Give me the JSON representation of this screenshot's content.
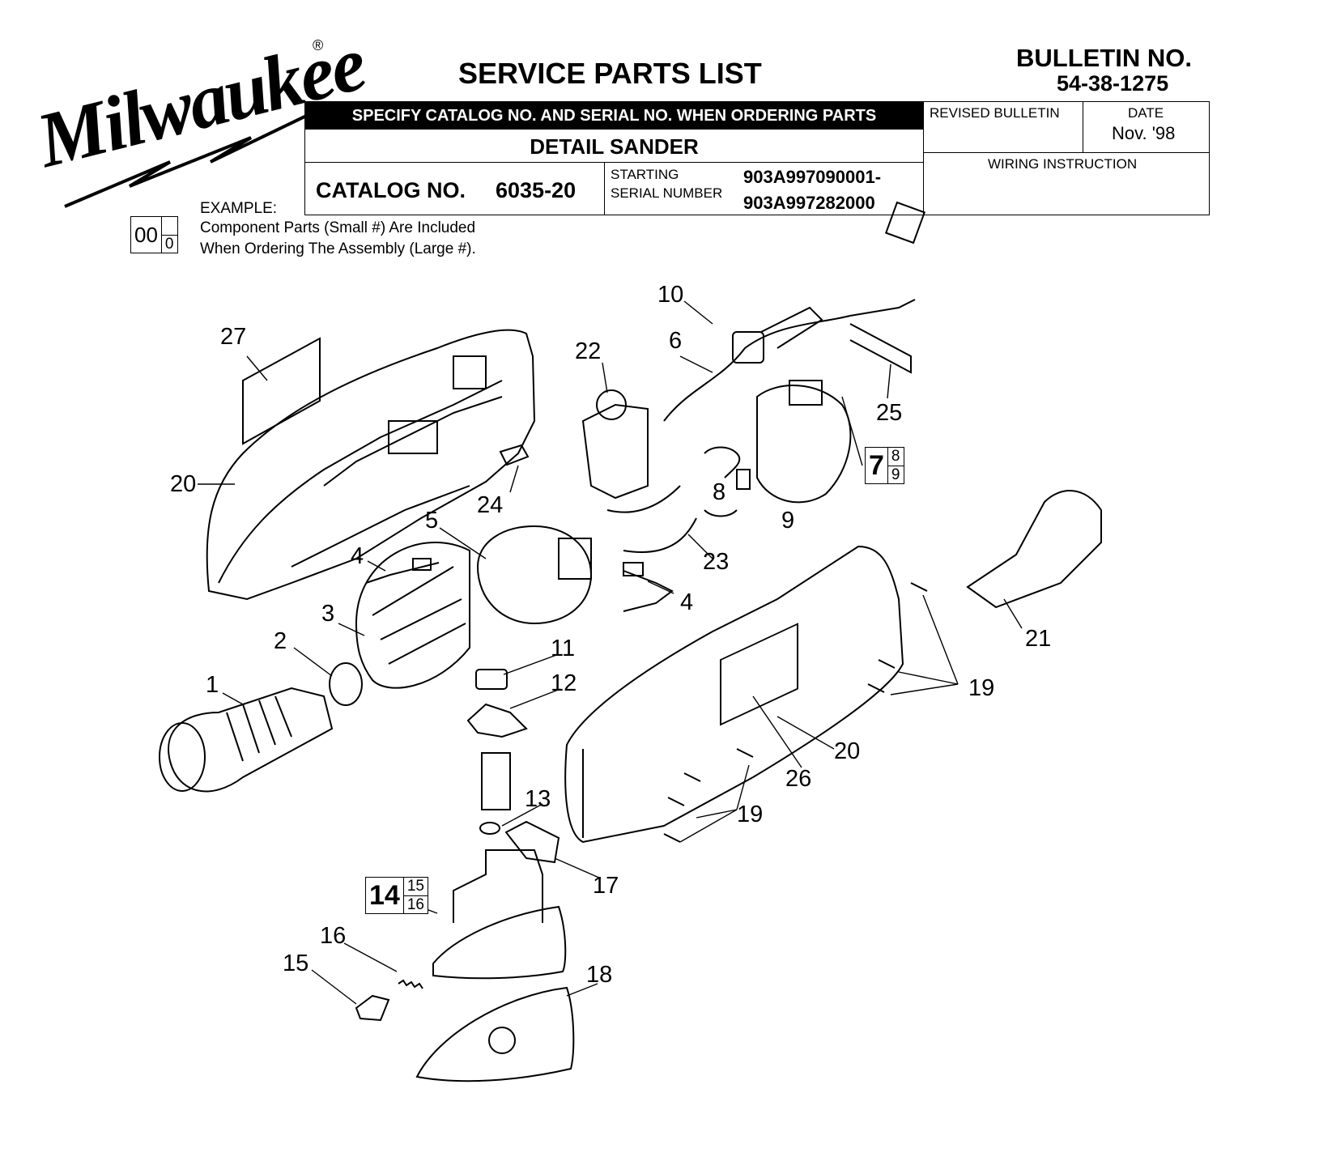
{
  "header": {
    "brand": "Milwaukee",
    "registered_mark": "®",
    "title": "SERVICE PARTS LIST",
    "bulletin_label": "BULLETIN NO.",
    "bulletin_number": "54-38-1275"
  },
  "order_box": {
    "specify_banner": "SPECIFY CATALOG NO. AND SERIAL NO. WHEN ORDERING PARTS",
    "product_name": "DETAIL SANDER",
    "catalog_label": "CATALOG NO.",
    "catalog_number": "6035-20",
    "serial_label_1": "STARTING",
    "serial_label_2": "SERIAL NUMBER",
    "serial_start": "903A997090001-",
    "serial_end": "903A997282000",
    "revised_label": "REVISED BULLETIN",
    "revised_value": "",
    "date_label": "DATE",
    "date_value": "Nov. '98",
    "wiring_label": "WIRING INSTRUCTION"
  },
  "example": {
    "label": "EXAMPLE:",
    "big_number": "00",
    "small_number": "0",
    "line_1": "Component Parts (Small #) Are Included",
    "line_2": "When Ordering The Assembly (Large #)."
  },
  "callouts": {
    "c1": "1",
    "c2": "2",
    "c3": "3",
    "c4a": "4",
    "c4b": "4",
    "c5": "5",
    "c6": "6",
    "c8": "8",
    "c9": "9",
    "c10": "10",
    "c11": "11",
    "c12": "12",
    "c13": "13",
    "c15": "15",
    "c16": "16",
    "c17": "17",
    "c18": "18",
    "c19a": "19",
    "c19b": "19",
    "c20a": "20",
    "c20b": "20",
    "c21": "21",
    "c22": "22",
    "c23": "23",
    "c24": "24",
    "c25": "25",
    "c26": "26",
    "c27": "27"
  },
  "kits": {
    "k7": {
      "big": "7",
      "small_top": "8",
      "small_bottom": "9"
    },
    "k14": {
      "big": "14",
      "small_top": "15",
      "small_bottom": "16"
    }
  }
}
